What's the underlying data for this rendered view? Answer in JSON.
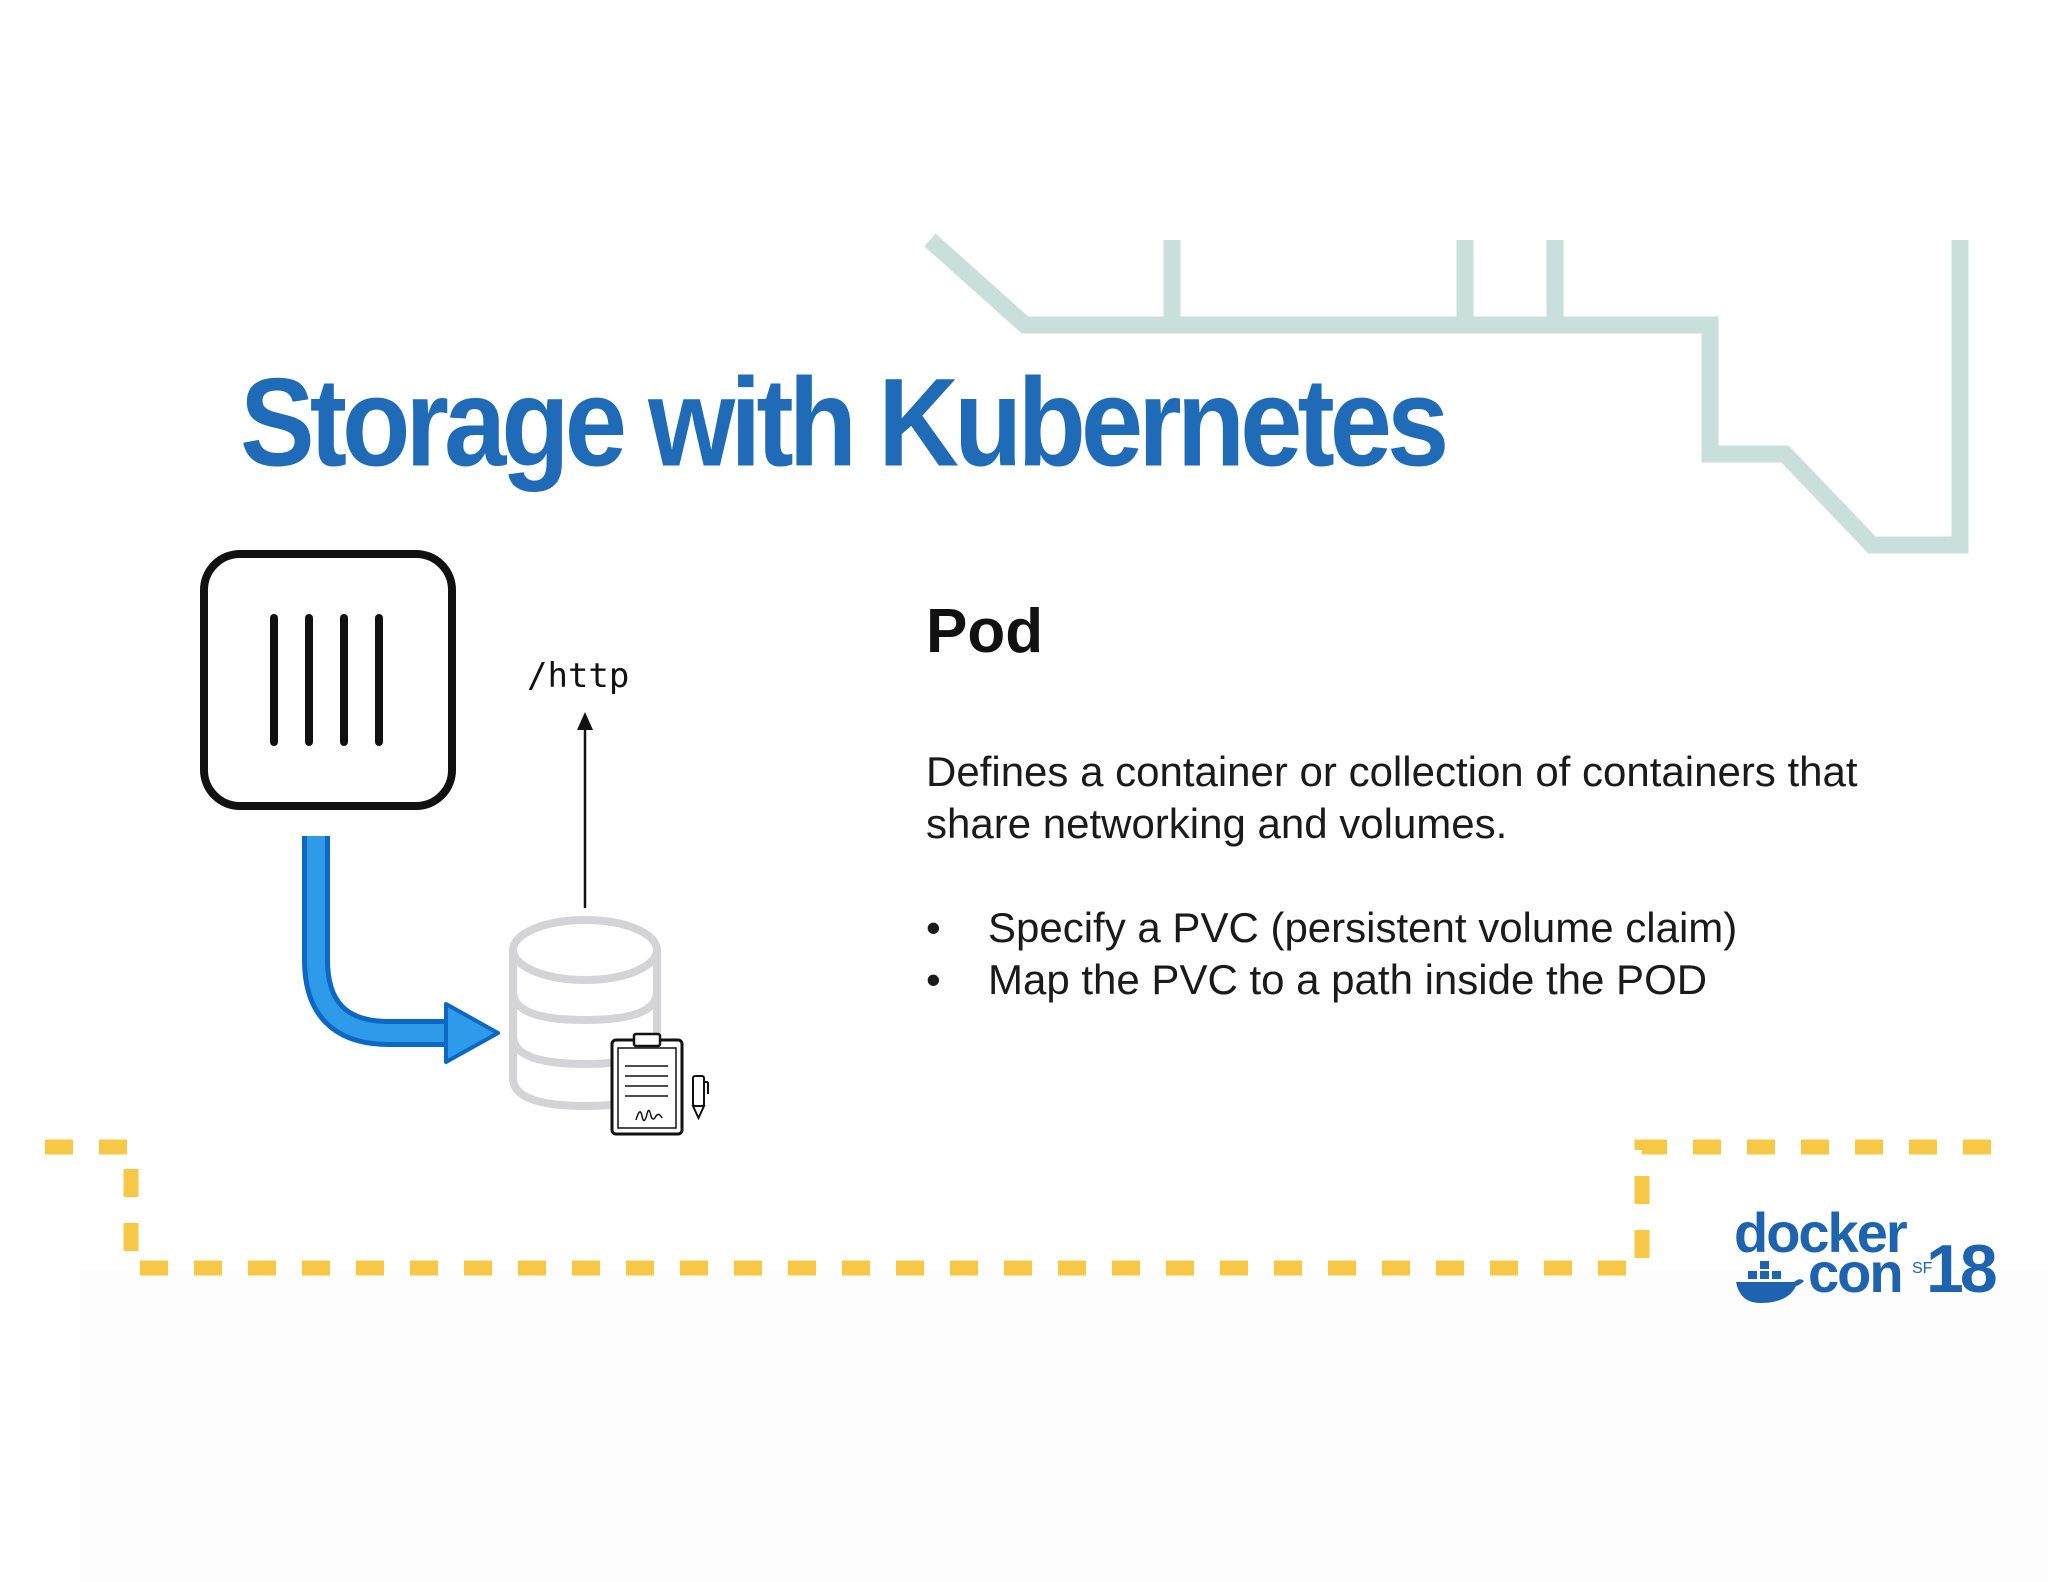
{
  "slide": {
    "title": "Storage with Kubernetes",
    "heading": "Pod",
    "description": "Defines a container or collection of containers that share networking and volumes.",
    "bullets": [
      "Specify a PVC (persistent volume claim)",
      "Map the PVC to a path inside the POD"
    ],
    "bullet_char": "•"
  },
  "diagram": {
    "endpoint_label": "/http",
    "pod_icon": "pod-container-icon",
    "volume_icon": "database-icon",
    "claim_icon": "clipboard-signature-icon",
    "pen_icon": "pen-icon"
  },
  "logo": {
    "word1": "docker",
    "word2": "con",
    "location": "SF",
    "year": "18"
  },
  "colors": {
    "title": "#1f6bb8",
    "arrow": "#1e88e5",
    "track_top": "#c9dfdb",
    "track_bottom": "#f7c846",
    "logo": "#1d63b0"
  }
}
